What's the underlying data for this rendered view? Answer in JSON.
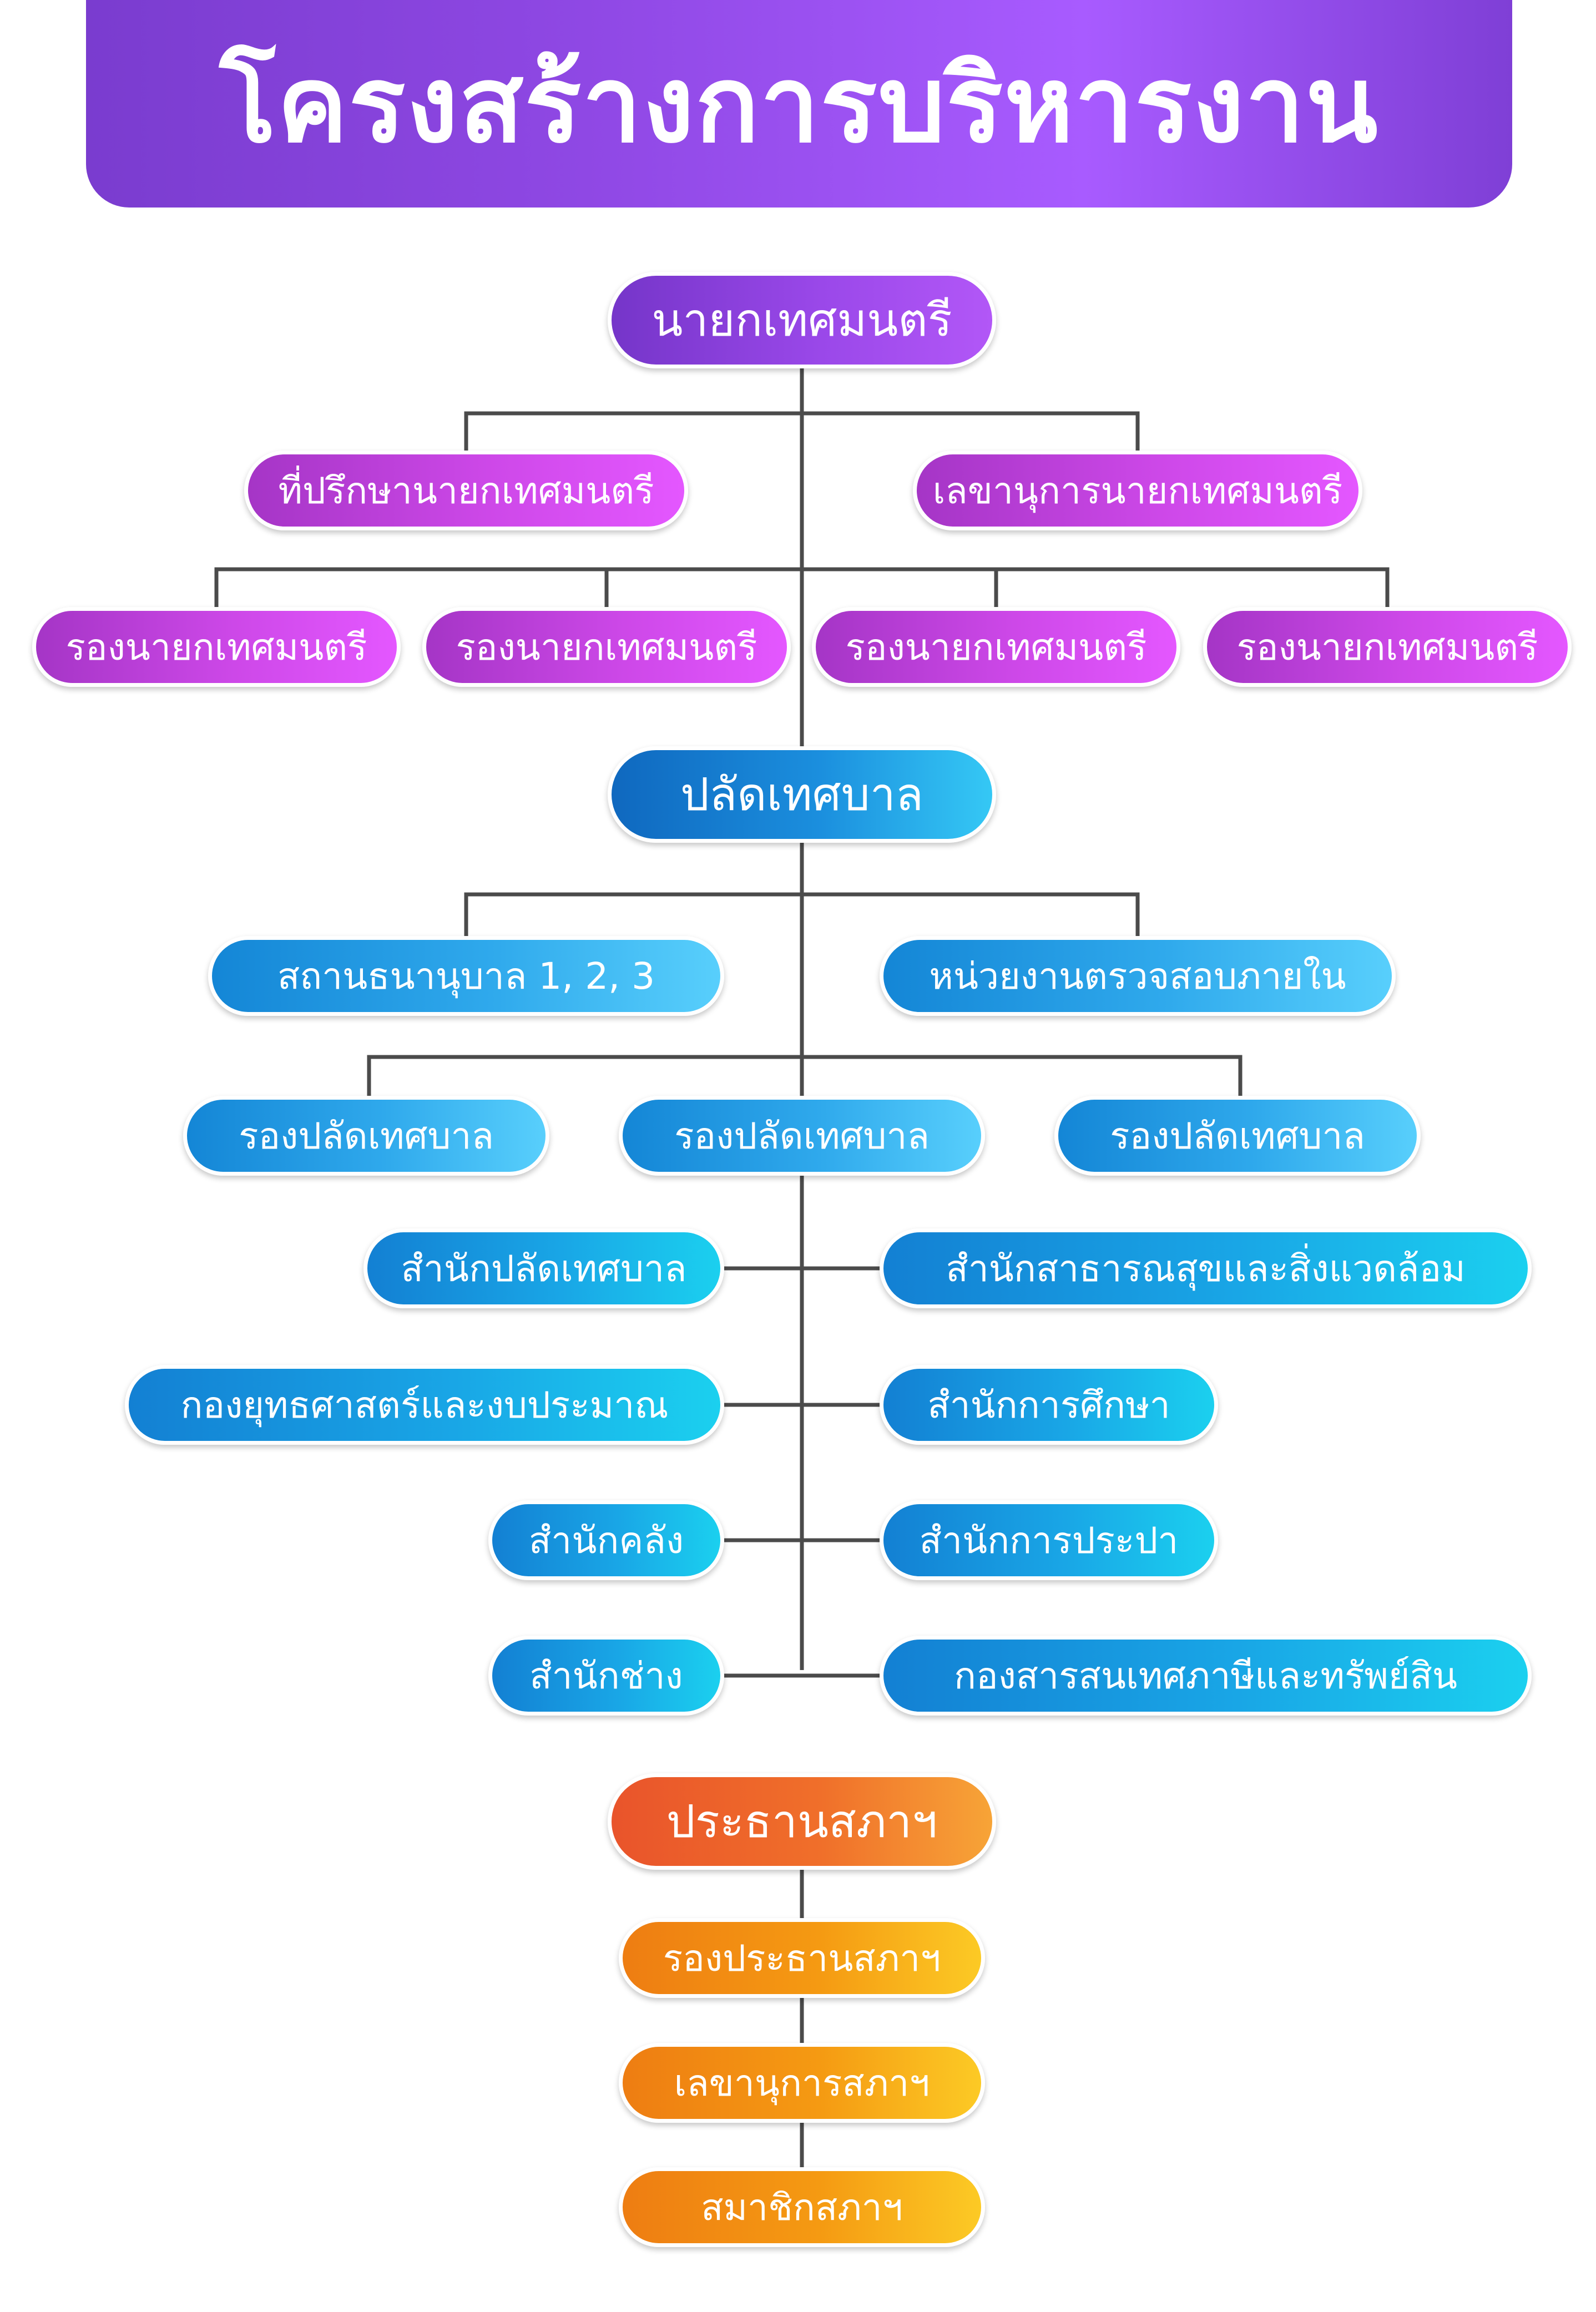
{
  "title": "โครงสร้างการบริหารงาน",
  "colors": {
    "executive": "#8e44e0",
    "executive_light": "#d04bea",
    "administration": "#1b8fde",
    "administration_light": "#3cc0f5",
    "council": "#ee6a2a",
    "council_light": "#f7a51c",
    "connector": "#4b4b4b"
  },
  "executive": {
    "mayor": "นายกเทศมนตรี",
    "advisor": "ที่ปรึกษานายกเทศมนตรี",
    "secretary": "เลขานุการนายกเทศมนตรี",
    "deputies": [
      "รองนายกเทศมนตรี",
      "รองนายกเทศมนตรี",
      "รองนายกเทศมนตรี",
      "รองนายกเทศมนตรี"
    ]
  },
  "administration": {
    "clerk": "ปลัดเทศบาล",
    "nursery": "สถานธนานุบาล 1, 2, 3",
    "audit": "หน่วยงานตรวจสอบภายใน",
    "deputy_clerks": [
      "รองปลัดเทศบาล",
      "รองปลัดเทศบาล",
      "รองปลัดเทศบาล"
    ],
    "left_units": [
      "สำนักปลัดเทศบาล",
      "กองยุทธศาสตร์และงบประมาณ",
      "สำนักคลัง",
      "สำนักช่าง"
    ],
    "right_units": [
      "สำนักสาธารณสุขและสิ่งแวดล้อม",
      "สำนักการศึกษา",
      "สำนักการประปา",
      "กองสารสนเทศภาษีและทรัพย์สิน"
    ]
  },
  "council": {
    "president": "ประธานสภาฯ",
    "vice_president": "รองประธานสภาฯ",
    "secretary": "เลขานุการสภาฯ",
    "members": "สมาชิกสภาฯ"
  }
}
